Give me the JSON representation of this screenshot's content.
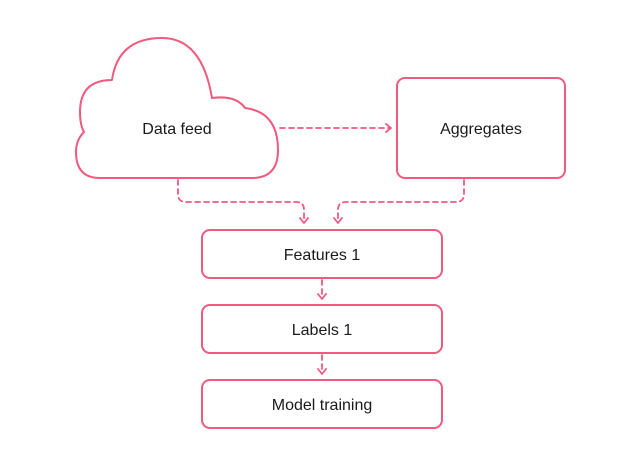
{
  "diagram": {
    "accent_color": "#f05a7e",
    "nodes": {
      "data_feed": {
        "label": "Data feed",
        "shape": "cloud"
      },
      "aggregates": {
        "label": "Aggregates",
        "shape": "rounded-rect"
      },
      "features": {
        "label": "Features 1",
        "shape": "rounded-rect"
      },
      "labels": {
        "label": "Labels 1",
        "shape": "rounded-rect"
      },
      "model_training": {
        "label": "Model training",
        "shape": "rounded-rect"
      }
    },
    "edges": [
      {
        "from": "data_feed",
        "to": "aggregates",
        "style": "dashed"
      },
      {
        "from": "data_feed",
        "to": "features",
        "style": "dashed"
      },
      {
        "from": "aggregates",
        "to": "features",
        "style": "dashed"
      },
      {
        "from": "features",
        "to": "labels",
        "style": "dashed"
      },
      {
        "from": "labels",
        "to": "model_training",
        "style": "dashed"
      }
    ]
  }
}
